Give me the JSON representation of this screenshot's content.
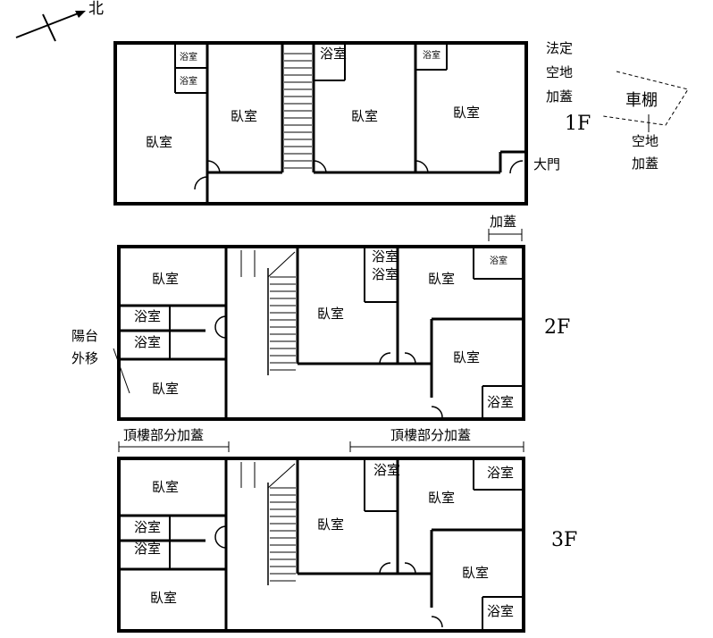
{
  "compass": {
    "north_label": "北"
  },
  "floors": [
    {
      "floor_label": "1F",
      "rooms": [
        "臥室",
        "臥室",
        "臥室",
        "臥室"
      ],
      "baths": [
        "浴室",
        "浴室",
        "浴室",
        "浴室"
      ],
      "notes": {
        "legal_open_space": [
          "法定",
          "空地",
          "加蓋"
        ],
        "gate": "大門"
      }
    },
    {
      "floor_label": "2F",
      "rooms": [
        "臥室",
        "臥室",
        "臥室",
        "臥室",
        "臥室"
      ],
      "baths": [
        "浴室",
        "浴室",
        "浴室",
        "浴室",
        "浴室"
      ],
      "notes": {
        "extension": "加蓋",
        "balcony_moved": [
          "陽台",
          "外移"
        ]
      }
    },
    {
      "floor_label": "3F",
      "rooms": [
        "臥室",
        "臥室",
        "臥室",
        "臥室",
        "臥室"
      ],
      "baths": [
        "浴室",
        "浴室",
        "浴室",
        "浴室",
        "浴室"
      ],
      "notes": {
        "partial_rooftop_left": "頂樓部分加蓋",
        "partial_rooftop_right": "頂樓部分加蓋"
      }
    }
  ],
  "carport": {
    "label": "車棚",
    "sub": [
      "空地",
      "加蓋"
    ]
  }
}
